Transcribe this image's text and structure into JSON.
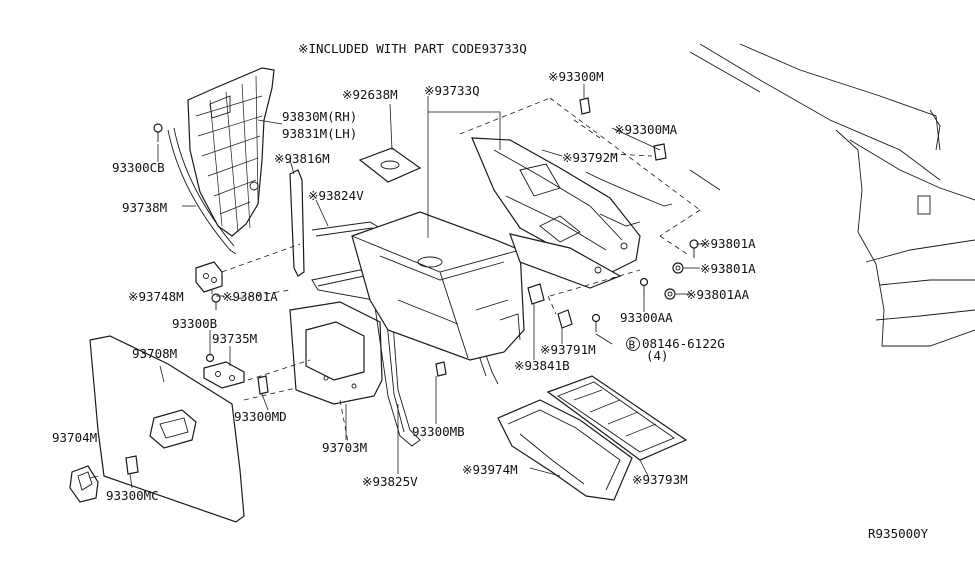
{
  "note": "※INCLUDED WITH PART CODE93733Q",
  "diagram_code": "R935000Y",
  "labels": {
    "p93300cb": "93300CB",
    "p93738m": "93738M",
    "p93830m": "93830M(RH)",
    "p93831m": "93831M(LH)",
    "p93816m": "※93816M",
    "p93824v": "※93824V",
    "p92638m": "※92638M",
    "p93733q": "※93733Q",
    "p93300m": "※93300M",
    "p93300ma": "※93300MA",
    "p93792m": "※93792M",
    "p93801a_1": "※93801A",
    "p93801a_2": "※93801A",
    "p93801aa": "※93801AA",
    "p93300aa": "93300AA",
    "p93748m": "※93748M",
    "p93801a_3": "※93801A",
    "p93300b": "93300B",
    "p93735m": "93735M",
    "p93708m": "93708M",
    "p93791m": "※93791M",
    "p08146": "08146-6122G",
    "p08146_qty": "(4)",
    "bolt_symbol": "B",
    "p93841b": "※93841B",
    "p93300md": "93300MD",
    "p93703m": "93703M",
    "p93300mb": "93300MB",
    "p93704m": "93704M",
    "p93300mc": "93300MC",
    "p93825v": "※93825V",
    "p93974m": "※93974M",
    "p93793m": "※93793M"
  }
}
